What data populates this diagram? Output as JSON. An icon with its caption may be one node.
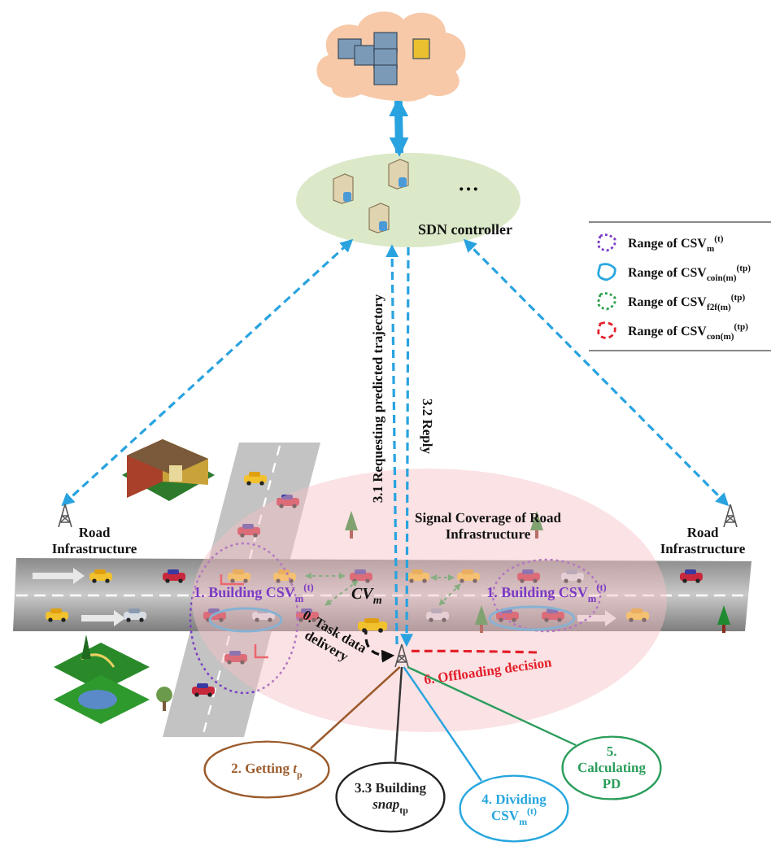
{
  "diagram": {
    "nodes": [
      {
        "text": [],
        "shape": "cloud"
      },
      {
        "text": [
          "…",
          "SDN controller"
        ]
      },
      {
        "text": [
          "Road Infrastructure"
        ]
      },
      {
        "text": [
          "Road Infrastructure"
        ]
      },
      {
        "text": [
          "Signal Coverage of Road Infrastructure"
        ]
      },
      {
        "text": [],
        "shape": "tower",
        "in": 4
      },
      {
        "text": [],
        "shape": "car",
        "in": 4,
        "beside": [
          "CV$_{m}$"
        ]
      },
      {
        "text": [
          "2. Getting *t*$_{p}$"
        ]
      },
      {
        "text": [
          "3.3 Building *snap*$_{tp}$"
        ]
      },
      {
        "text": [
          "4. Dividing CSV$_{m}$$^{(t)}$"
        ]
      },
      {
        "text": [
          "5. Calculating PD"
        ]
      }
    ],
    "edges": [
      {
        "from": 0,
        "to": 1,
        "arrow": "both",
        "style": "thick"
      },
      {
        "from": 2,
        "to": 1,
        "arrow": "both",
        "style": "dashed"
      },
      {
        "from": 3,
        "to": 1,
        "arrow": "both",
        "style": "dashed"
      },
      {
        "from": 5,
        "to": 1,
        "arrow": "to",
        "style": "dashed",
        "label": "3.1 Requesting predicted trajectory"
      },
      {
        "from": 1,
        "to": 5,
        "arrow": "to",
        "style": "dashed",
        "label": "3.2 Reply"
      },
      {
        "from": 6,
        "to": 5,
        "arrow": "to",
        "style": "dashed",
        "color": "#111111",
        "label": "0. Task data delivery"
      },
      {
        "from": 5,
        "to": null,
        "arrow": "none",
        "style": "dashed",
        "color": "#e3202b",
        "label": "6. Offloading decision"
      },
      {
        "from": 7,
        "to": 5,
        "arrow": "none",
        "color": "#9b5b2c"
      },
      {
        "from": 8,
        "to": 5,
        "arrow": "none",
        "color": "#333333"
      },
      {
        "from": 9,
        "to": 5,
        "arrow": "none"
      },
      {
        "from": 10,
        "to": 5,
        "arrow": "none",
        "color": "#2a9d5a"
      }
    ],
    "labels": [
      "1. Building CSV$_{m}$$^{(t)}$",
      "1. Building CSV$_{m}$$^{(t)}$"
    ],
    "legend": [
      {
        "text": "Range of CSV$_{m}$$^{(t)}$"
      },
      {
        "text": "Range of CSV$_{coin(m)}$$^{(tp)}$"
      },
      {
        "text": "Range of CSV$_{f2f(m)}$$^{(tp)}$"
      },
      {
        "text": "Range of CSV$_{con(m)}$$^{(tp)}$"
      }
    ]
  }
}
